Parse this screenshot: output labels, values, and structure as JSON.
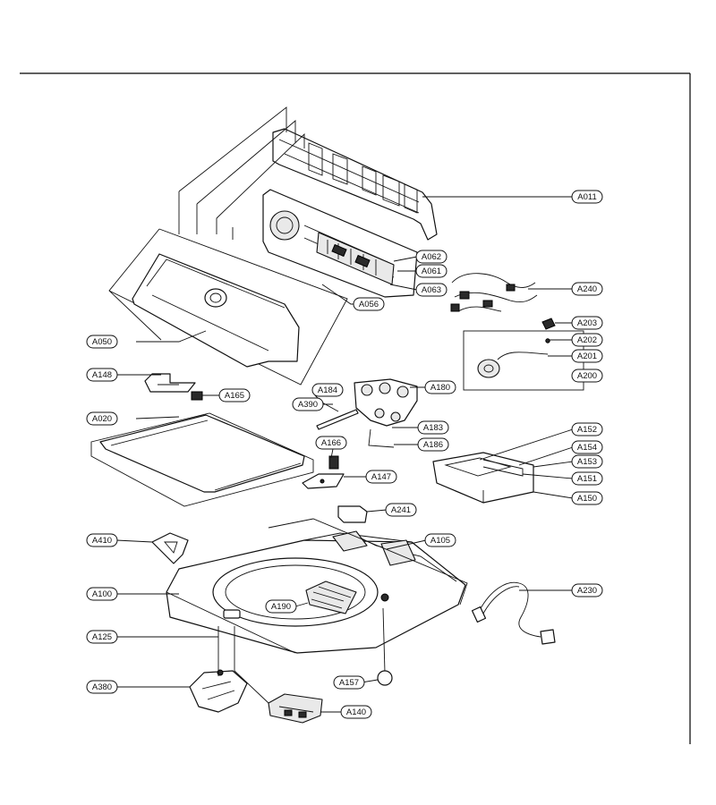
{
  "callouts": [
    {
      "id": "A011",
      "label": "A011",
      "name": "A011"
    },
    {
      "id": "A062",
      "label": "A062",
      "name": "A062"
    },
    {
      "id": "A061",
      "label": "A061",
      "name": "A061"
    },
    {
      "id": "A063",
      "label": "A063",
      "name": "A063"
    },
    {
      "id": "A056",
      "label": "A056",
      "name": "A056"
    },
    {
      "id": "A240",
      "label": "A240",
      "name": "A240"
    },
    {
      "id": "A203",
      "label": "A203",
      "name": "A203"
    },
    {
      "id": "A202",
      "label": "A202",
      "name": "A202"
    },
    {
      "id": "A201",
      "label": "A201",
      "name": "A201"
    },
    {
      "id": "A200",
      "label": "A200",
      "name": "A200"
    },
    {
      "id": "A050",
      "label": "A050",
      "name": "A050"
    },
    {
      "id": "A148",
      "label": "A148",
      "name": "A148"
    },
    {
      "id": "A165",
      "label": "A165",
      "name": "A165"
    },
    {
      "id": "A184",
      "label": "A184",
      "name": "A184"
    },
    {
      "id": "A180",
      "label": "A180",
      "name": "A180"
    },
    {
      "id": "A390",
      "label": "A390",
      "name": "A390"
    },
    {
      "id": "A183",
      "label": "A183",
      "name": "A183"
    },
    {
      "id": "A186",
      "label": "A186",
      "name": "A186"
    },
    {
      "id": "A020",
      "label": "A020",
      "name": "A020"
    },
    {
      "id": "A166",
      "label": "A166",
      "name": "A166"
    },
    {
      "id": "A147",
      "label": "A147",
      "name": "A147"
    },
    {
      "id": "A152",
      "label": "A152",
      "name": "A152"
    },
    {
      "id": "A154",
      "label": "A154",
      "name": "A154"
    },
    {
      "id": "A153",
      "label": "A153",
      "name": "A153"
    },
    {
      "id": "A151",
      "label": "A151",
      "name": "A151"
    },
    {
      "id": "A150",
      "label": "A150",
      "name": "A150"
    },
    {
      "id": "A241",
      "label": "A241",
      "name": "A241"
    },
    {
      "id": "A410",
      "label": "A410",
      "name": "A410"
    },
    {
      "id": "A105",
      "label": "A105",
      "name": "A105"
    },
    {
      "id": "A100",
      "label": "A100",
      "name": "A100"
    },
    {
      "id": "A190",
      "label": "A190",
      "name": "A190"
    },
    {
      "id": "A230",
      "label": "A230",
      "name": "A230"
    },
    {
      "id": "A125",
      "label": "A125",
      "name": "A125"
    },
    {
      "id": "A157",
      "label": "A157",
      "name": "A157"
    },
    {
      "id": "A380",
      "label": "A380",
      "name": "A380"
    },
    {
      "id": "A140",
      "label": "A140",
      "name": "A140"
    }
  ]
}
